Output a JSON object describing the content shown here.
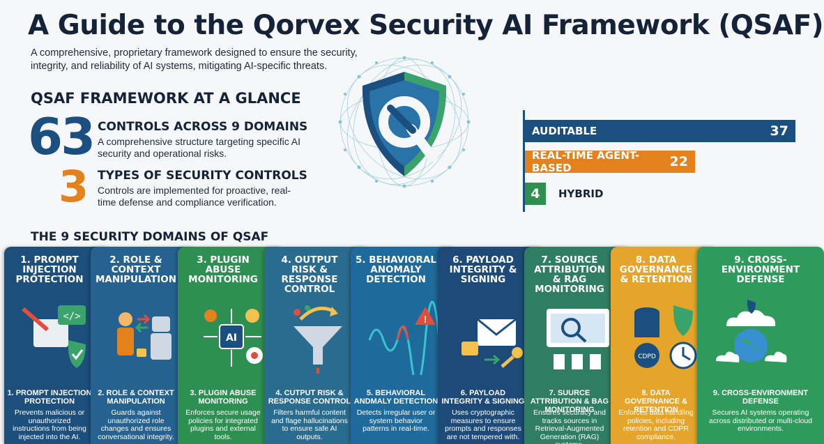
{
  "title": "A Guide to the Qorvex Security AI Framework (QSAF)",
  "subtitle": "A comprehensive, proprietary framework designed to ensure the security, integrity, and reliability of AI systems, mitigating AI-specific threats.",
  "glance": {
    "heading": "QSAF FRAMEWORK AT A GLANCE",
    "stat1": {
      "number": "63",
      "heading": "CONTROLS ACROSS 9 DOMAINS",
      "desc": "A comprehensive structure targeting specific AI security and operational risks."
    },
    "stat2": {
      "number": "3",
      "heading": "TYPES OF SECURITY CONTROLS",
      "desc": "Controls are implemented for proactive, real-time defense and compliance verification."
    }
  },
  "control_types": {
    "items": [
      {
        "label": "AUDITABLE",
        "value": "37",
        "color": "#1b4f80"
      },
      {
        "label": "REAL-TIME AGENT-BASED",
        "value": "22",
        "color": "#e3821d"
      },
      {
        "label": "HYBRID",
        "value": "4",
        "color": "#2f8f4e"
      }
    ]
  },
  "domains_heading": "THE 9 SECURITY DOMAINS OF QSAF",
  "domains": [
    {
      "title": "1. PROMPT INJECTION PROTECTION",
      "subtitle": "1. PROMPT INJECTION PROTECTION",
      "desc": "Prevents malicious or unauthorized instructions from being injected into the AI.",
      "color": "#1d4f7c",
      "icon": "prompt-injection-icon"
    },
    {
      "title": "2. ROLE & CONTEXT MANIPULATION",
      "subtitle": "2. ROLE & CONTEXT MANIPULATION",
      "desc": "Guards against unauthorized role changes and ensures conversational integrity.",
      "color": "#256290",
      "icon": "role-manipulation-icon"
    },
    {
      "title": "3. PLUGIN ABUSE MONITORING",
      "subtitle": "3. PLUGIN ABUSE MONITORING",
      "desc": "Enforces secure usage policies for integrated plugins and external tools.",
      "color": "#2e8f52",
      "icon": "plugin-monitoring-icon"
    },
    {
      "title": "4. OUTPUT RISK & RESPONSE CONTROL",
      "subtitle": "4. CUTPUT RISK & RESPONSE CONTROL",
      "desc": "Filters harmful content and flage hallucinations to ensure safe AI outputs.",
      "color": "#2a6c8f",
      "icon": "output-filter-icon"
    },
    {
      "title": "5. BEHAVIORAL ANOMALY DETECTION",
      "subtitle": "5. BEHAVIORAL ANDMALY DETECTION",
      "desc": "Detects irregular user or system behavior patterns in real-time.",
      "color": "#1f6a9c",
      "icon": "anomaly-detection-icon"
    },
    {
      "title": "6. PAYLOAD INTEGRITY & SIGNING",
      "subtitle": "6. PAYLOAD INTEGRITY & SIGNING",
      "desc": "Uses cryptographic measures to ensure prompts and responses are not tempered with.",
      "color": "#1d4a78",
      "icon": "payload-signing-icon"
    },
    {
      "title": "7. SOURCE ATTRIBUTION & RAG MONITORING",
      "subtitle": "7. SUURCE ATTRIBUTION & BAG MONITORING",
      "desc": "Ensures securacy and tracks sources in Retrieval-Augmented Generation (RAG) systems.",
      "color": "#2f7d63",
      "icon": "source-attribution-icon"
    },
    {
      "title": "8. DATA GOVERNANCE & RETENTION",
      "subtitle": "8. DATA GOVERNANCE & RETENTION",
      "desc": "Enforces data handling policies, including retention and CDPR compliance.",
      "color": "#e5a52a",
      "icon": "data-governance-icon"
    },
    {
      "title": "9. CROSS-ENVIRONMENT DEFENSE",
      "subtitle": "9. CROSS-ENVIRONMENT DEFENSE",
      "desc": "Secures AI systems operating across distributed or multi-cloud environments.",
      "color": "#2e9a5c",
      "icon": "cross-environment-icon"
    }
  ]
}
